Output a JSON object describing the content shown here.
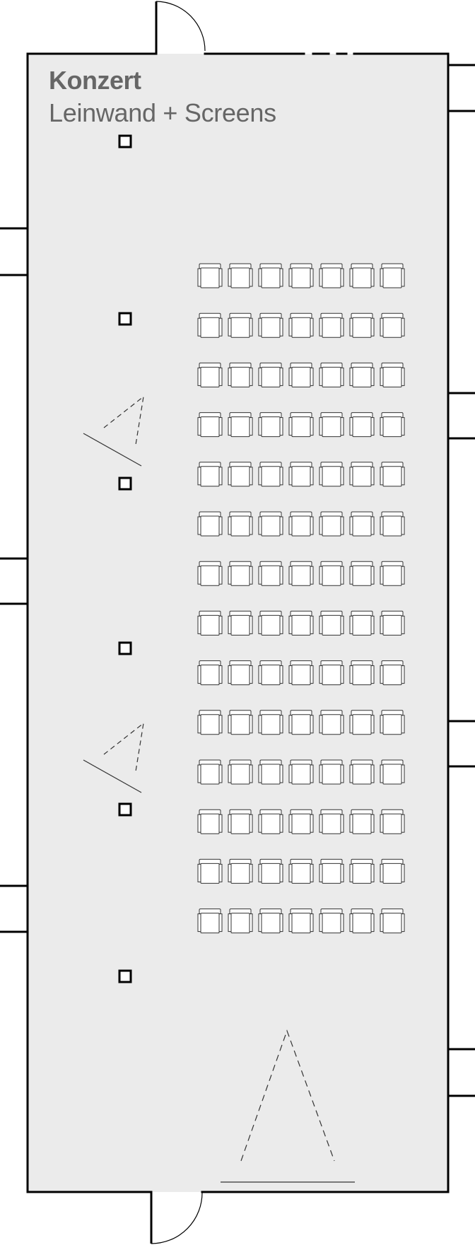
{
  "title": {
    "main": "Konzert",
    "sub": "Leinwand + Screens"
  },
  "layout": {
    "type": "concert",
    "seating": {
      "rows": 14,
      "seats_per_row": 7,
      "total_seats": 98
    },
    "columns_count": 6,
    "projectors_count": 2,
    "screens_count": 1
  },
  "colors": {
    "room_fill": "#ebebeb",
    "wall": "#000000",
    "title_text": "#666666",
    "furniture_stroke": "#333333"
  }
}
